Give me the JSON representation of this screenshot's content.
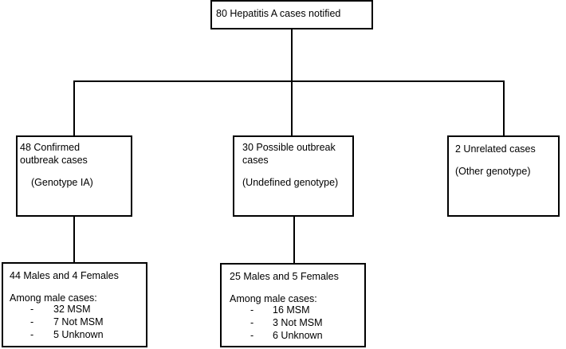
{
  "root": {
    "label": "80 Hepatitis A cases notified"
  },
  "confirmed": {
    "line1": "48 Confirmed",
    "line2": "outbreak cases",
    "genotype": "(Genotype IA)",
    "detail": {
      "sex": "44 Males and 4 Females",
      "heading": "Among male cases:",
      "items": [
        "32 MSM",
        "7 Not MSM",
        "5 Unknown"
      ]
    }
  },
  "possible": {
    "line1": "30 Possible outbreak",
    "line2": "cases",
    "genotype": "(Undefined genotype)",
    "detail": {
      "sex": "25 Males and 5 Females",
      "heading": "Among male cases:",
      "items": [
        "16 MSM",
        "3 Not MSM",
        "6 Unknown"
      ]
    }
  },
  "unrelated": {
    "line1": "2 Unrelated cases",
    "genotype": "(Other genotype)"
  },
  "bullet": "-"
}
